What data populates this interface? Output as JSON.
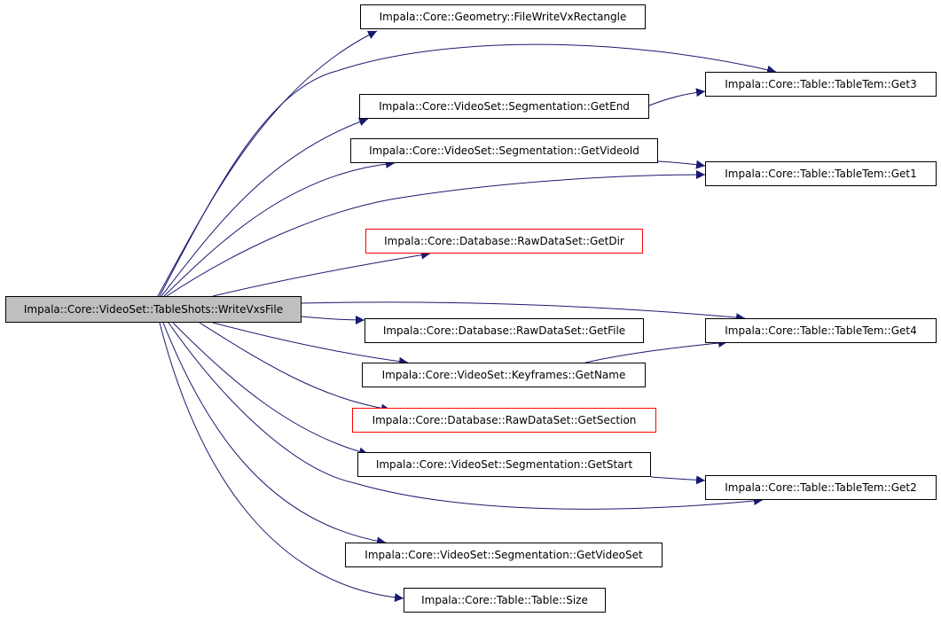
{
  "diagram": {
    "edge_color": "#191970",
    "root": {
      "label": "Impala::Core::VideoSet::TableShots::WriteVxsFile",
      "fill": "#bfbfbf"
    },
    "nodes": {
      "file_write_vx_rectangle": "Impala::Core::Geometry::FileWriteVxRectangle",
      "get3": "Impala::Core::Table::TableTem::Get3",
      "get_end": "Impala::Core::VideoSet::Segmentation::GetEnd",
      "get_video_id": "Impala::Core::VideoSet::Segmentation::GetVideoId",
      "get1": "Impala::Core::Table::TableTem::Get1",
      "get_dir": "Impala::Core::Database::RawDataSet::GetDir",
      "get4": "Impala::Core::Table::TableTem::Get4",
      "get_file": "Impala::Core::Database::RawDataSet::GetFile",
      "get_name": "Impala::Core::VideoSet::Keyframes::GetName",
      "get_section": "Impala::Core::Database::RawDataSet::GetSection",
      "get_start": "Impala::Core::VideoSet::Segmentation::GetStart",
      "get2": "Impala::Core::Table::TableTem::Get2",
      "get_video_set": "Impala::Core::VideoSet::Segmentation::GetVideoSet",
      "size": "Impala::Core::Table::Table::Size"
    },
    "red_border_nodes": [
      "get_dir",
      "get_section"
    ],
    "edges": [
      [
        "root",
        "file_write_vx_rectangle"
      ],
      [
        "root",
        "get3"
      ],
      [
        "root",
        "get_end"
      ],
      [
        "root",
        "get_video_id"
      ],
      [
        "root",
        "get1"
      ],
      [
        "root",
        "get_dir"
      ],
      [
        "root",
        "get4"
      ],
      [
        "root",
        "get_file"
      ],
      [
        "root",
        "get_name"
      ],
      [
        "root",
        "get_section"
      ],
      [
        "root",
        "get_start"
      ],
      [
        "root",
        "get2"
      ],
      [
        "root",
        "get_video_set"
      ],
      [
        "root",
        "size"
      ],
      [
        "get_end",
        "get3"
      ],
      [
        "get_video_id",
        "get1"
      ],
      [
        "get_name",
        "get4"
      ],
      [
        "get_start",
        "get2"
      ]
    ]
  }
}
